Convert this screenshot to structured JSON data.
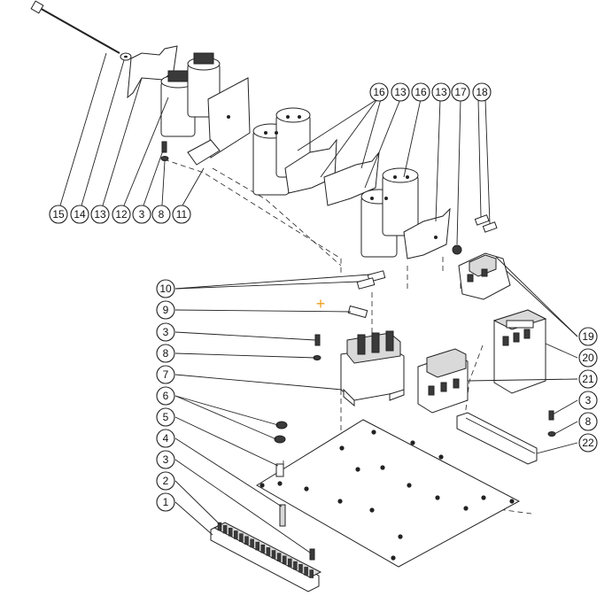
{
  "callouts": {
    "top_row": [
      "15",
      "14",
      "13",
      "12",
      "3",
      "8",
      "11"
    ],
    "upper_right": [
      "16",
      "13",
      "16",
      "13",
      "17",
      "18"
    ],
    "left_column": [
      "10",
      "9",
      "3",
      "8",
      "7",
      "6",
      "5",
      "4",
      "3",
      "2",
      "1"
    ],
    "right_column": [
      "19",
      "20",
      "21",
      "3",
      "8",
      "22"
    ]
  },
  "marker": {
    "glyph": "+",
    "color": "#f0a020"
  },
  "colors": {
    "line": "#222222",
    "dark_part": "#3a3a3a",
    "light_part": "#d9d9d9"
  }
}
